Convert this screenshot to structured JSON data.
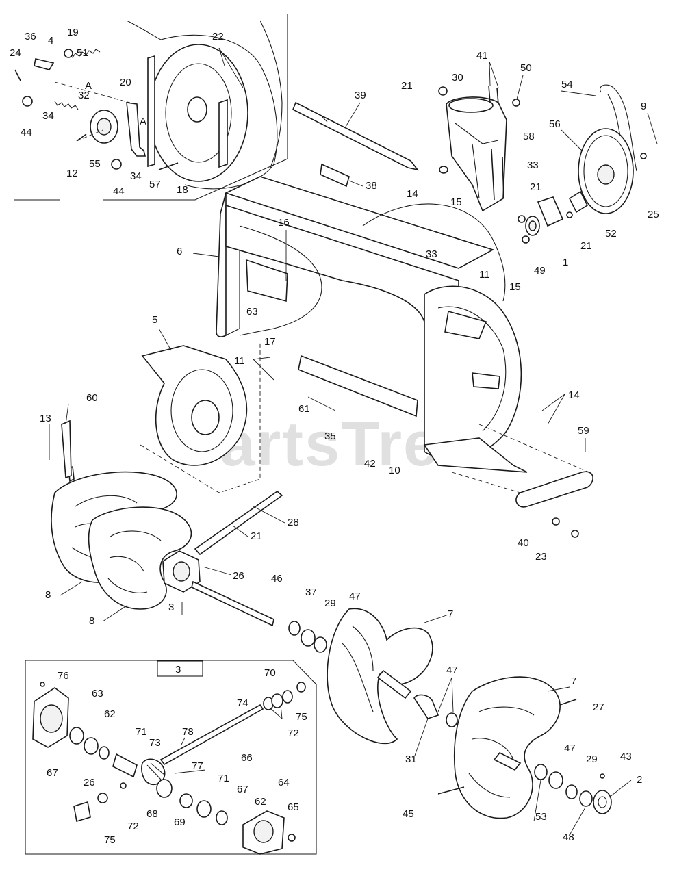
{
  "watermark": "PartsTree",
  "inset_title": "3",
  "frame_labels": [
    "A",
    "A"
  ],
  "callouts": [
    "24",
    "36",
    "4",
    "19",
    "51",
    "20",
    "22",
    "32",
    "34",
    "44",
    "12",
    "55",
    "34",
    "44",
    "57",
    "18",
    "39",
    "21",
    "30",
    "41",
    "50",
    "58",
    "54",
    "9",
    "56",
    "38",
    "33",
    "21",
    "15",
    "14",
    "33",
    "11",
    "16",
    "6",
    "52",
    "25",
    "21",
    "1",
    "49",
    "15",
    "5",
    "63",
    "17",
    "11",
    "60",
    "13",
    "61",
    "35",
    "42",
    "10",
    "14",
    "59",
    "28",
    "21",
    "26",
    "8",
    "3",
    "8",
    "46",
    "37",
    "29",
    "47",
    "7",
    "40",
    "23",
    "76",
    "63",
    "62",
    "71",
    "73",
    "67",
    "26",
    "78",
    "77",
    "66",
    "68",
    "69",
    "72",
    "75",
    "74",
    "70",
    "75",
    "72",
    "71",
    "67",
    "62",
    "64",
    "65",
    "31",
    "47",
    "7",
    "27",
    "47",
    "29",
    "43",
    "2",
    "45",
    "53",
    "48"
  ]
}
